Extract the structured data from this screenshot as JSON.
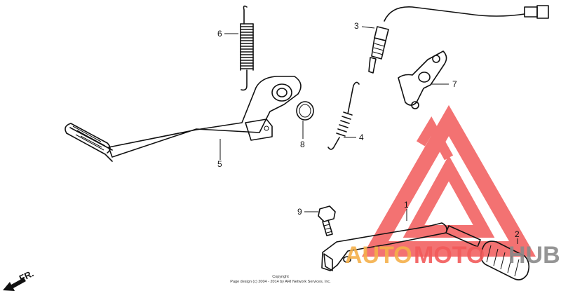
{
  "diagram": {
    "part_labels": {
      "p1": "1",
      "p2": "2",
      "p3": "3",
      "p4": "4",
      "p5": "5",
      "p6": "6",
      "p7": "7",
      "p8": "8",
      "p9": "9"
    },
    "front_indicator": "FR.",
    "copyright_line1": "Copyright",
    "copyright_line2": "Page design (c) 2004 - 2014 by ARI Network Services, Inc."
  },
  "watermark": {
    "text_part1": "AUTO",
    "text_part2": "MOTO",
    "text_part3": "HUB",
    "colors": {
      "red": "#f25a5a",
      "orange": "#f5b04a",
      "gray": "#8a8a8a"
    }
  }
}
